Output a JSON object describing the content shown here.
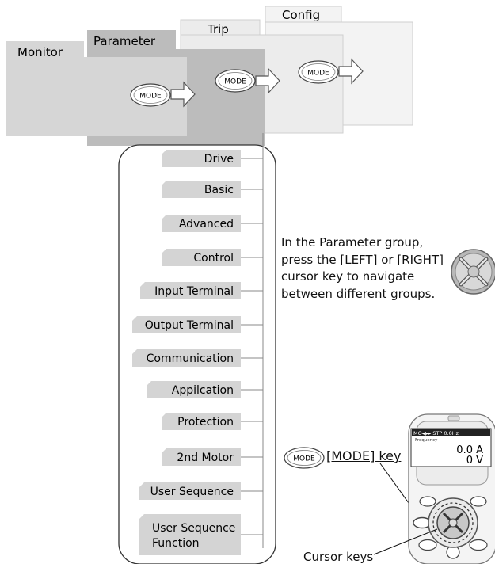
{
  "tabs": {
    "monitor": "Monitor",
    "parameter": "Parameter",
    "trip": "Trip",
    "config": "Config"
  },
  "mode_button_label": "MODE",
  "parameter_groups": [
    "Drive",
    "Basic",
    "Advanced",
    "Control",
    "Input Terminal",
    "Output Terminal",
    "Communication",
    "Appilcation",
    "Protection",
    "2nd Motor",
    "User Sequence",
    "User Sequence Function"
  ],
  "annotation": {
    "lines": [
      "In the Parameter group,",
      "press the  [LEFT] or [RIGHT]",
      "cursor key to navigate",
      "between different groups."
    ]
  },
  "mode_key_label": "[MODE] key",
  "cursor_keys_label": "Cursor keys",
  "keypad_display": {
    "status": "MO◀▸▸ STP   0.0Hz",
    "sub": "Frequency",
    "line1": "0.0 A",
    "line2": "0 V"
  },
  "colors": {
    "monitor_folder": "#d6d6d6",
    "parameter_folder": "#bcbcbc",
    "trip_folder": "#ececec",
    "config_folder": "#f3f3f3",
    "group_tab": "#d4d4d4",
    "line": "#888888"
  }
}
